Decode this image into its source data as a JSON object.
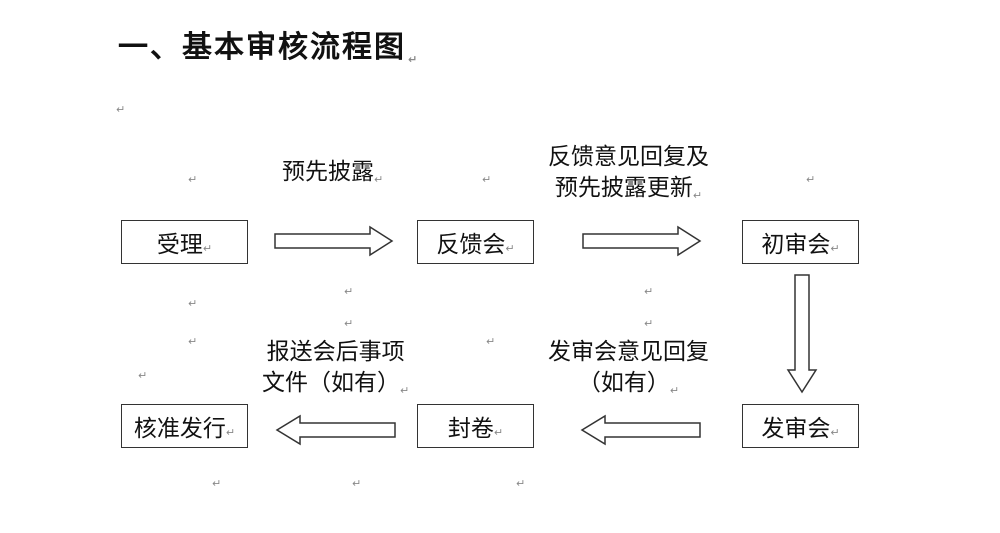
{
  "title": "一、基本审核流程图",
  "para_mark": "↵",
  "boxes": {
    "shouli": "受理",
    "fankuihui": "反馈会",
    "chushenhui": "初审会",
    "fashenhui": "发审会",
    "fengjuan": "封卷",
    "hezhunfaxing": "核准发行"
  },
  "labels": {
    "yuxian_pilu": "预先披露",
    "fankui_line1": "反馈意见回复及",
    "fankui_line2": "预先披露更新",
    "fashen_line1": "发审会意见回复",
    "fashen_line2": "（如有）",
    "baosong_line1": "报送会后事项",
    "baosong_line2": "文件（如有）"
  },
  "colors": {
    "border": "#333333",
    "text": "#111111",
    "mark": "#888888"
  }
}
